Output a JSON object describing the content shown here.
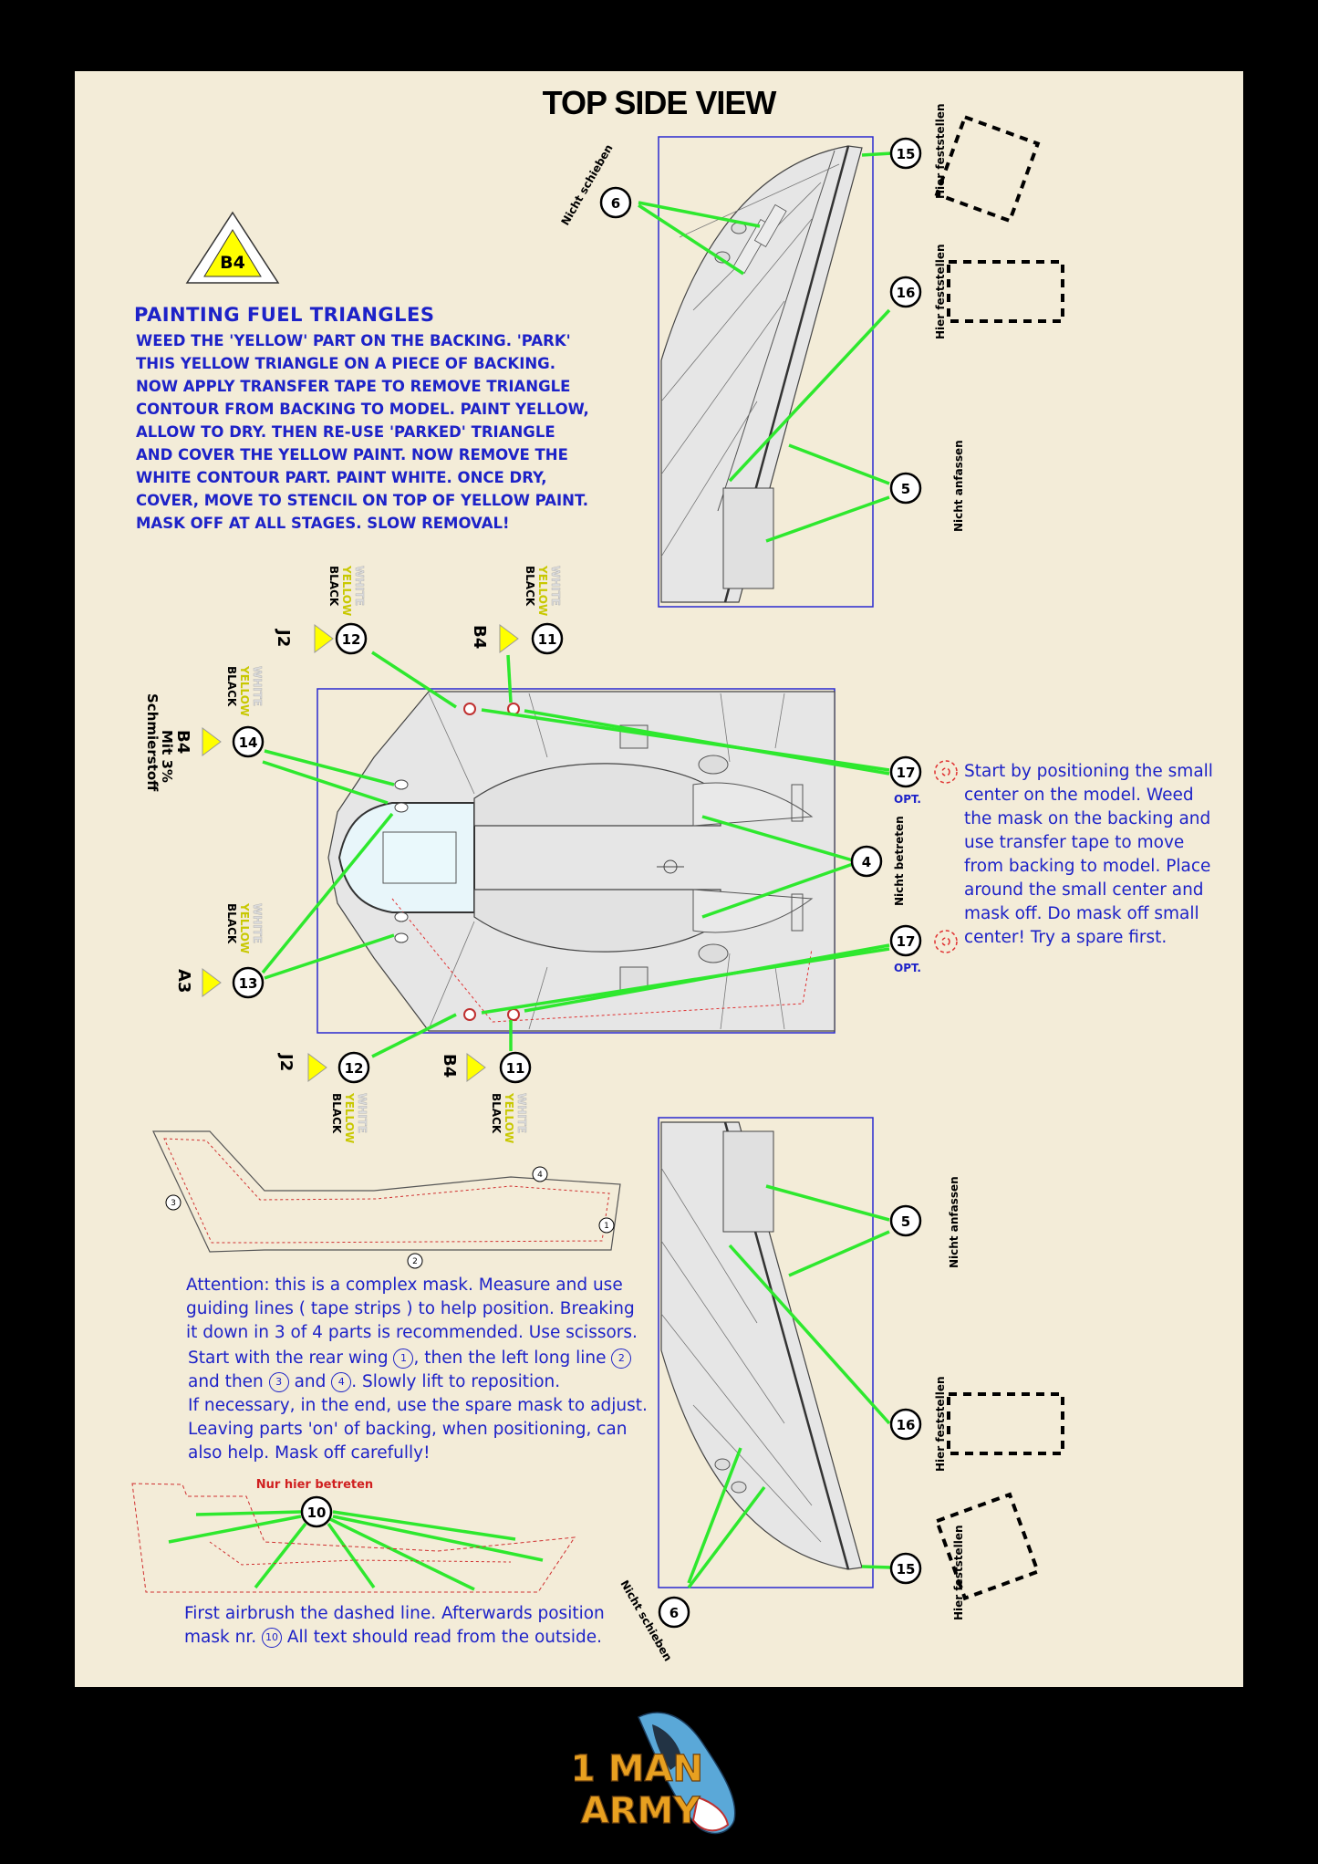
{
  "title": "TOP SIDE VIEW",
  "fuel_instructions": {
    "triangle_label": "B4",
    "heading": "PAINTING FUEL TRIANGLES",
    "lines": [
      "WEED THE 'YELLOW' PART ON THE BACKING. 'PARK'",
      "THIS YELLOW TRIANGLE ON A PIECE OF BACKING.",
      "NOW APPLY TRANSFER TAPE TO REMOVE TRIANGLE",
      "CONTOUR FROM BACKING TO MODEL. PAINT YELLOW,",
      "ALLOW TO DRY. THEN RE-USE  'PARKED'  TRIANGLE",
      "AND COVER THE YELLOW PAINT. NOW REMOVE THE",
      "WHITE CONTOUR PART. PAINT WHITE. ONCE DRY,",
      "COVER, MOVE TO STENCIL ON TOP OF YELLOW PAINT.",
      "MASK OFF AT ALL STAGES. SLOW REMOVAL!"
    ]
  },
  "callouts": {
    "n1": "1",
    "n2": "2",
    "n3": "3",
    "n4": "4",
    "n5": "5",
    "n6": "6",
    "n10": "10",
    "n11": "11",
    "n12": "12",
    "n13": "13",
    "n14": "14",
    "n15": "15",
    "n16": "16",
    "n17": "17"
  },
  "labels": {
    "nicht_schieben": "Nicht schieben",
    "hier_feststellen": "Hier feststellen",
    "nicht_anfassen": "Nicht anfassen",
    "nicht_betreten": "Nicht betreten",
    "nur_hier_betreten": "Nur hier betreten",
    "opt": "OPT.",
    "white": "WHITE",
    "yellow": "YELLOW",
    "black": "BLACK",
    "j2": "J2",
    "b4": "B4",
    "a3": "A3",
    "mit": "Mit 3%",
    "schmierstoff": "Schmierstoff"
  },
  "opt_instructions": [
    "Start by positioning the small",
    "center on the model. Weed",
    "the mask on the backing and",
    "use transfer tape to move",
    "from backing to model. Place",
    "around the small  center and",
    "mask off. Do mask off small",
    "center! Try a spare first."
  ],
  "attention": {
    "line1": "Attention: this is a complex mask. Measure and use",
    "line2": "guiding lines ( tape strips ) to help position. Breaking",
    "line3": "it down in 3 of 4 parts is recommended. Use scissors.",
    "line4a": "Start with the rear wing",
    "line4b": ", then the left long line",
    "line5a": "and then",
    "line5b": "and",
    "line5c": ". Slowly lift to reposition.",
    "line6": "If necessary, in the end, use the spare mask to adjust.",
    "line7": "Leaving parts 'on' of backing, when positioning, can",
    "line8": "also help. Mask off carefully!"
  },
  "airbrush": {
    "line1": "First airbrush the dashed line. Afterwards position",
    "line2a": "mask nr.",
    "line2b": "All text should read from the outside."
  },
  "logo": {
    "line1": "1 MAN",
    "line2": "ARMY"
  },
  "colors": {
    "background": "#000000",
    "sheet": "#f3ecd8",
    "text_blue": "#1d22c8",
    "leader_green": "#2ee82e",
    "frame_blue": "#2a2ad0",
    "triangle_yellow": "#ffff00",
    "part_fill": "#e6e6e6"
  }
}
